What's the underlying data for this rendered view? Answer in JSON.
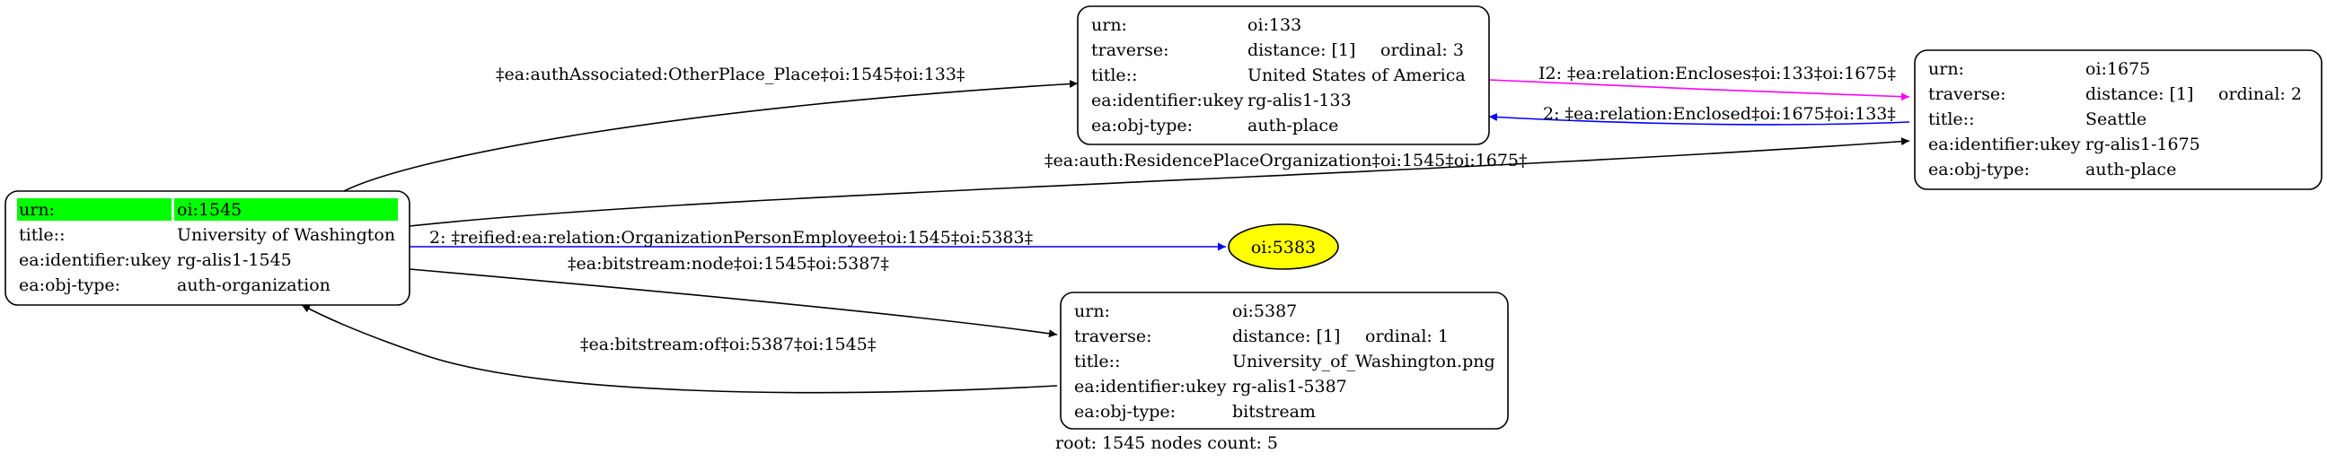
{
  "colors": {
    "highlight": "#00ff00",
    "ellipse_fill": "#ffff00",
    "edge_default": "#000000",
    "edge_blue": "#0000ff",
    "edge_magenta": "#ff00ff"
  },
  "nodes": {
    "n1545": {
      "urn_label": "urn:",
      "urn_value": "oi:1545",
      "title_label": "title::",
      "title_value": "University of Washington",
      "ukey_label": "ea:identifier:ukey",
      "ukey_value": "rg-alis1-1545",
      "type_label": "ea:obj-type:",
      "type_value": "auth-organization"
    },
    "n133": {
      "urn_label": "urn:",
      "urn_value": "oi:133",
      "traverse_label": "traverse:",
      "distance": "distance: [1]",
      "ordinal": "ordinal: 3",
      "title_label": "title::",
      "title_value": "United States of America",
      "ukey_label": "ea:identifier:ukey",
      "ukey_value": "rg-alis1-133",
      "type_label": "ea:obj-type:",
      "type_value": "auth-place"
    },
    "n1675": {
      "urn_label": "urn:",
      "urn_value": "oi:1675",
      "traverse_label": "traverse:",
      "distance": "distance: [1]",
      "ordinal": "ordinal: 2",
      "title_label": "title::",
      "title_value": "Seattle",
      "ukey_label": "ea:identifier:ukey",
      "ukey_value": "rg-alis1-1675",
      "type_label": "ea:obj-type:",
      "type_value": "auth-place"
    },
    "n5387": {
      "urn_label": "urn:",
      "urn_value": "oi:5387",
      "traverse_label": "traverse:",
      "distance": "distance: [1]",
      "ordinal": "ordinal: 1",
      "title_label": "title::",
      "title_value": "University_of_Washington.png",
      "ukey_label": "ea:identifier:ukey",
      "ukey_value": "rg-alis1-5387",
      "type_label": "ea:obj-type:",
      "type_value": "bitstream"
    },
    "n5383": {
      "label": "oi:5383"
    }
  },
  "edges": {
    "auth_associated": "‡ea:authAssociated:OtherPlace_Place‡oi:1545‡oi:133‡",
    "encloses": "I2: ‡ea:relation:Encloses‡oi:133‡oi:1675‡",
    "enclosed": "2: ‡ea:relation:Enclosed‡oi:1675‡oi:133‡",
    "residence": "‡ea:auth:ResidencePlaceOrganization‡oi:1545‡oi:1675‡",
    "reified": "2: ‡reified:ea:relation:OrganizationPersonEmployee‡oi:1545‡oi:5383‡",
    "bitstream_node": "‡ea:bitstream:node‡oi:1545‡oi:5387‡",
    "bitstream_of": "‡ea:bitstream:of‡oi:5387‡oi:1545‡"
  },
  "footer": "root: 1545 nodes count: 5"
}
